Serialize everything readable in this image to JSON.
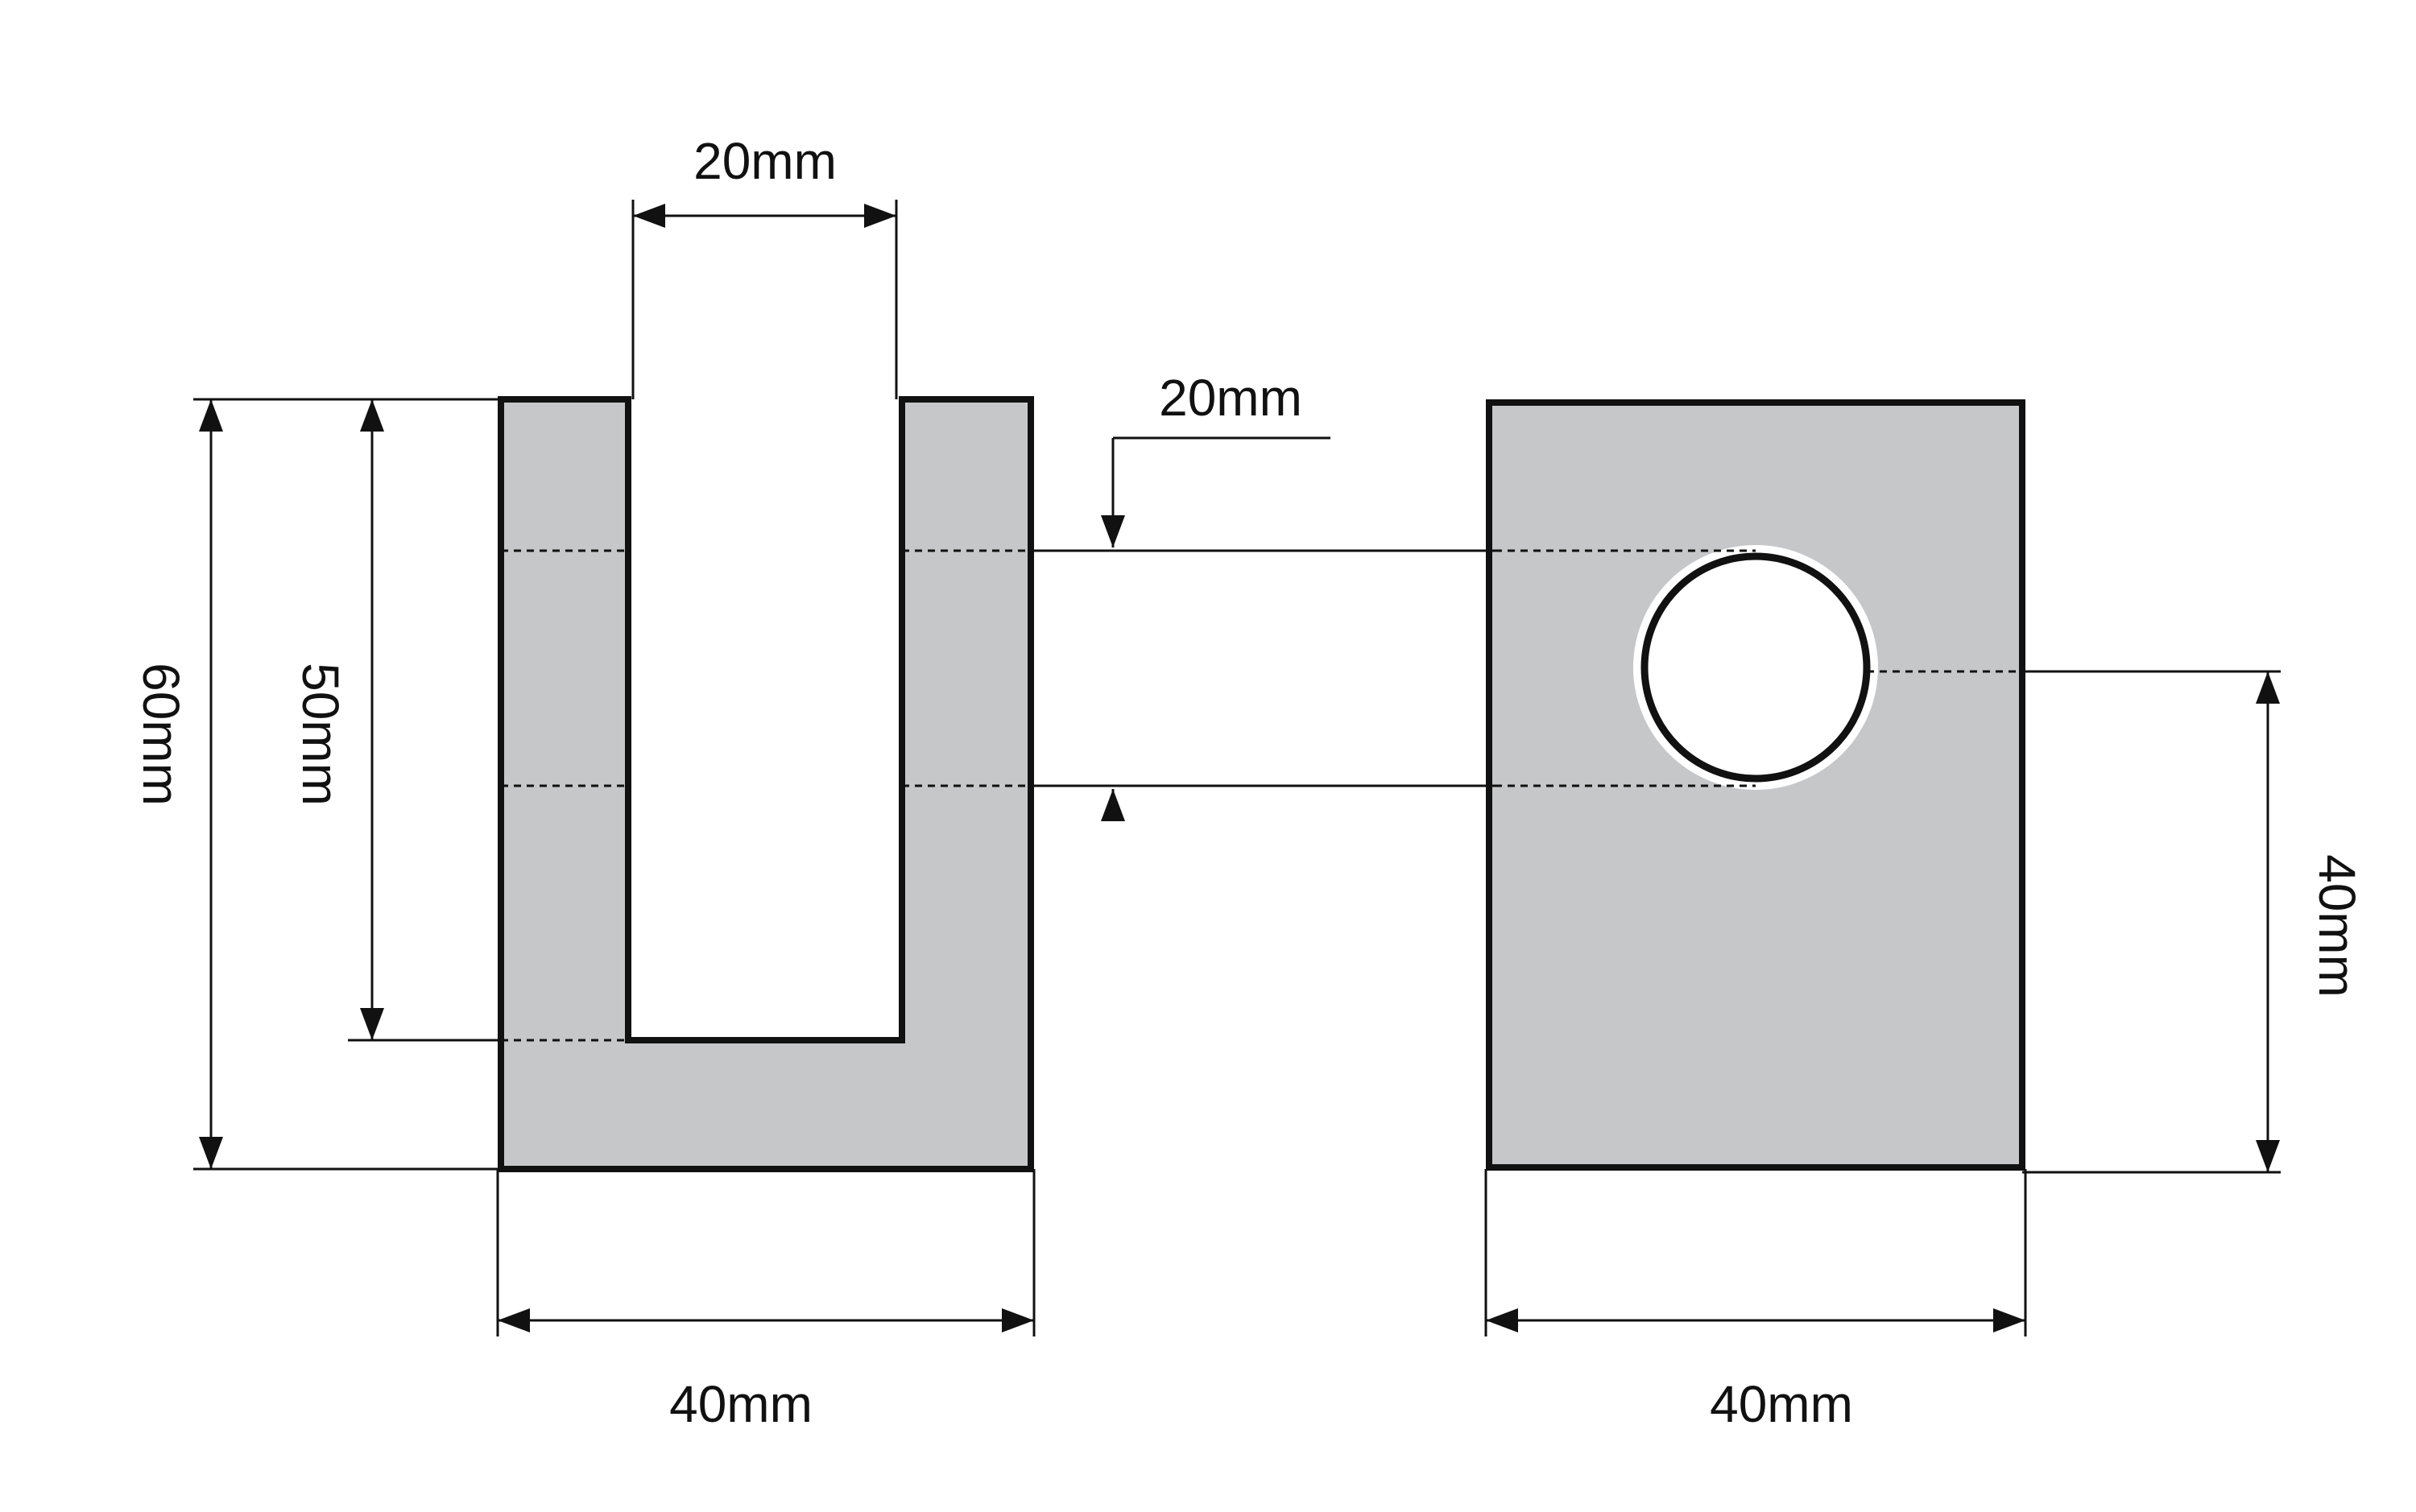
{
  "dimensions": {
    "slot_width": "20mm",
    "hole_diameter": "20mm",
    "overall_height": "60mm",
    "slot_depth": "50mm",
    "left_width": "40mm",
    "right_width": "40mm",
    "hole_center_height": "40mm"
  },
  "colors": {
    "part_fill": "#c6c7c9",
    "outline": "#111111",
    "background": "#ffffff"
  }
}
